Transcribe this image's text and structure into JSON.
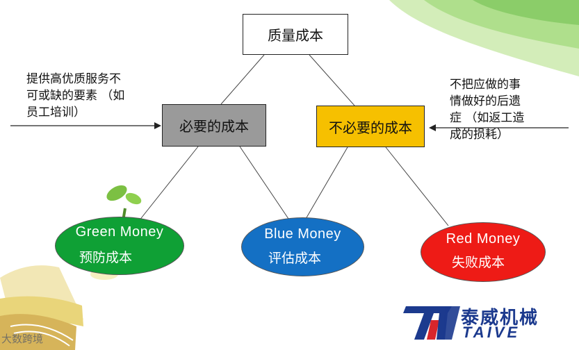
{
  "diagram": {
    "top_box": "质量成本",
    "left_box": "必要的成本",
    "right_box": "不必要的成本",
    "left_note_lines": [
      "提供高优质服务不",
      "可或缺的要素 （如",
      "员工培训）"
    ],
    "right_note_lines": [
      "不把应做的事",
      "情做好的后遗",
      "症 （如返工造",
      "成的损耗）"
    ],
    "green": {
      "en": "Green  Money",
      "zh": "预防成本"
    },
    "blue": {
      "en": "Blue  Money",
      "zh": "评估成本"
    },
    "red": {
      "en": "Red  Money",
      "zh": "失败成本"
    }
  },
  "logo": {
    "cn": "泰威机械",
    "en": "TAIVE"
  },
  "watermark": "大数跨境",
  "colors": {
    "green": "#0fa035",
    "blue": "#1470c4",
    "red": "#ee1b16",
    "yellow": "#f6c000",
    "gray": "#9a9a9a",
    "logo_blue": "#1c3a8e",
    "logo_red": "#d8262c"
  },
  "icons": [
    "book-plant-illustration",
    "paper-swirl-decoration",
    "taive-logo-mark"
  ]
}
